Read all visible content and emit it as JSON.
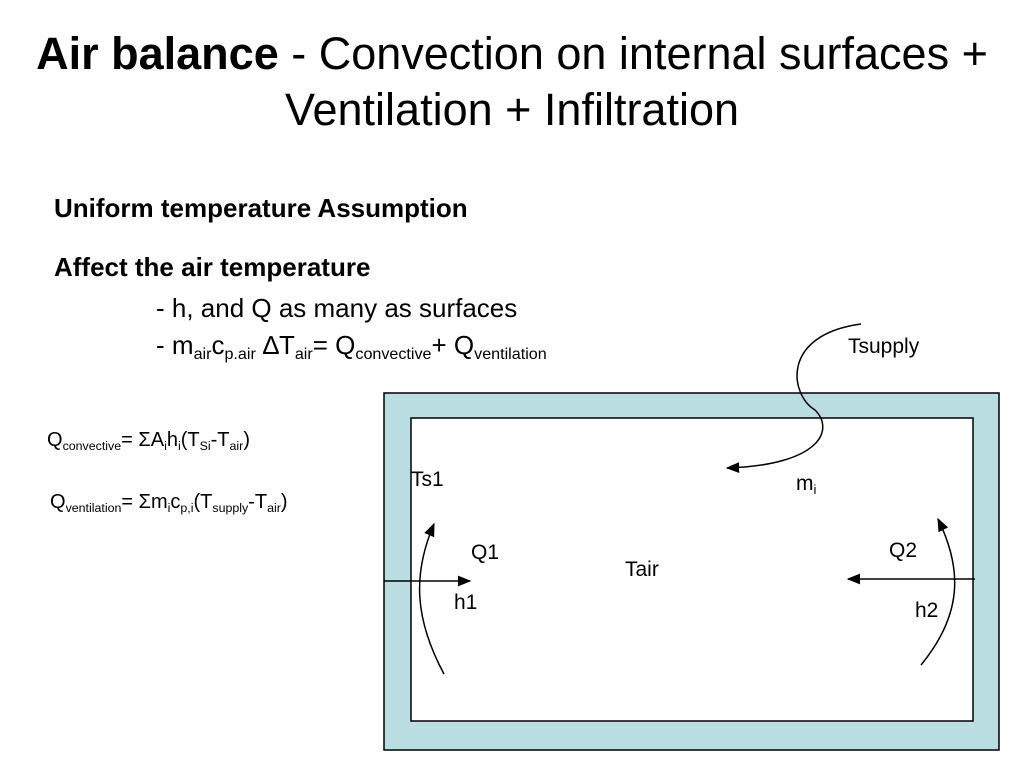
{
  "title": {
    "bold": "Air balance",
    "rest": " - Convection on internal surfaces + Ventilation + Infiltration"
  },
  "heading1": "Uniform temperature Assumption",
  "heading2": "Affect the air temperature",
  "bullet1": "- h, and Q as many as surfaces",
  "bullet2": {
    "dash": "- ",
    "m": "m",
    "m_sub": "air",
    "c": "c",
    "c_sub": "p.air",
    "delta": " ∆",
    "t": "T",
    "t_sub": "air",
    "eq": "= Q",
    "q1_sub": "convective",
    "plus": "+ Q",
    "q2_sub": "ventilation"
  },
  "eq_convective": {
    "q": "Q",
    "q_sub": "convective",
    "eq": "= ΣA",
    "a_sub": "i",
    "h": "h",
    "h_sub": "i",
    "open": "(T",
    "ts_sub": "Si",
    "minus": "-T",
    "tair_sub": "air",
    "close": ")"
  },
  "eq_ventilation": {
    "q": "Q",
    "q_sub": "ventilation",
    "eq": "= Σm",
    "m_sub": "i",
    "c": "c",
    "c_sub": "p,i",
    "open": "(T",
    "tsup_sub": "supply",
    "minus": "-T",
    "tair_sub": "air",
    "close": ")"
  },
  "diagram": {
    "wall_color": "#b9dde1",
    "labels": {
      "tsupply": "Tsupply",
      "ts1": "Ts1",
      "mi": "m",
      "mi_sub": "i",
      "q1": "Q1",
      "q2": "Q2",
      "tair": "Tair",
      "h1": "h1",
      "h2": "h2"
    }
  }
}
